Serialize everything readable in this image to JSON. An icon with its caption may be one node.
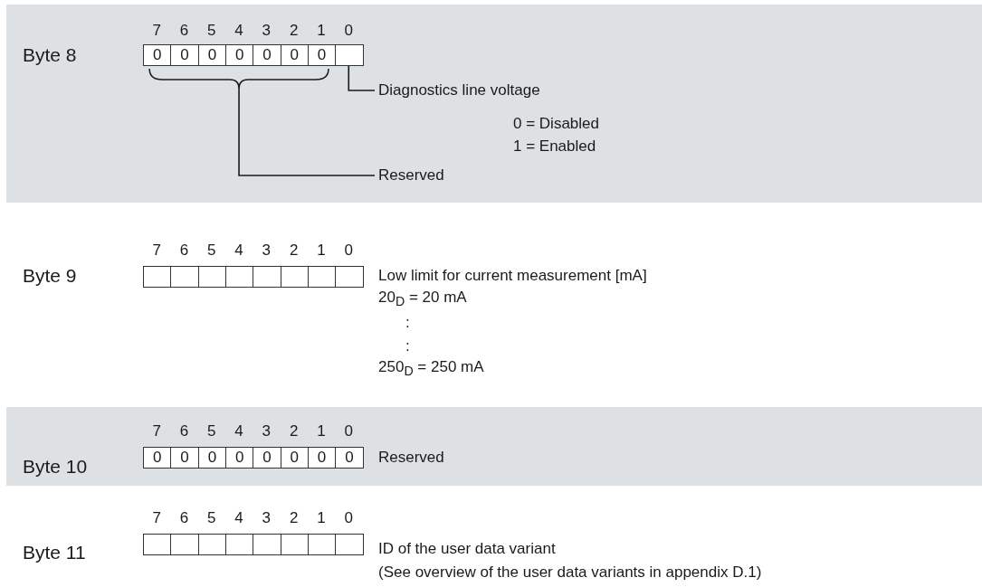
{
  "diagram": {
    "nodes": [
      {
        "text": [
          "0"
        ]
      },
      {
        "text": [
          "0"
        ]
      },
      {
        "text": [
          "0"
        ]
      },
      {
        "text": [
          "0"
        ]
      },
      {
        "text": [
          "0"
        ]
      },
      {
        "text": [
          "0"
        ]
      },
      {
        "text": [
          "0"
        ]
      },
      {
        "text": [],
        "shape": "box"
      },
      {
        "text": [],
        "shape": "brace"
      },
      {
        "text": [
          "Diagnostics line voltage"
        ]
      },
      {
        "text": [
          "Reserved"
        ]
      },
      {
        "text": [],
        "shape": "box"
      },
      {
        "text": [],
        "shape": "box"
      },
      {
        "text": [],
        "shape": "box"
      },
      {
        "text": [],
        "shape": "box"
      },
      {
        "text": [],
        "shape": "box"
      },
      {
        "text": [],
        "shape": "box"
      },
      {
        "text": [],
        "shape": "box"
      },
      {
        "text": [],
        "shape": "box"
      },
      {
        "text": [
          "0"
        ]
      },
      {
        "text": [
          "0"
        ]
      },
      {
        "text": [
          "0"
        ]
      },
      {
        "text": [
          "0"
        ]
      },
      {
        "text": [
          "0"
        ]
      },
      {
        "text": [
          "0"
        ]
      },
      {
        "text": [
          "0"
        ]
      },
      {
        "text": [
          "0"
        ]
      },
      {
        "text": [],
        "shape": "box"
      },
      {
        "text": [],
        "shape": "box"
      },
      {
        "text": [],
        "shape": "box"
      },
      {
        "text": [],
        "shape": "box"
      },
      {
        "text": [],
        "shape": "box"
      },
      {
        "text": [],
        "shape": "box"
      },
      {
        "text": [],
        "shape": "box"
      },
      {
        "text": [],
        "shape": "box"
      }
    ],
    "edges": [
      {
        "from": 9,
        "to": 7,
        "arrow": "none"
      },
      {
        "from": 10,
        "to": 8,
        "arrow": "none"
      }
    ],
    "labels": [
      "7",
      "6",
      "5",
      "4",
      "3",
      "2",
      "1",
      "0",
      "Byte 8",
      "0 = Disabled",
      "1 = Enabled",
      "7",
      "6",
      "5",
      "4",
      "3",
      "2",
      "1",
      "0",
      "Byte 9",
      "Low limit for current measurement [mA]",
      "20$_{D}$ = 20 mA",
      ":",
      ":",
      "250$_{D}$ = 250 mA",
      "7",
      "6",
      "5",
      "4",
      "3",
      "2",
      "1",
      "0",
      "Byte 10",
      "Reserved",
      "7",
      "6",
      "5",
      "4",
      "3",
      "2",
      "1",
      "0",
      "Byte 11",
      "ID of the user data variant",
      "(See overview of the user data variants in appendix D.1)"
    ]
  }
}
